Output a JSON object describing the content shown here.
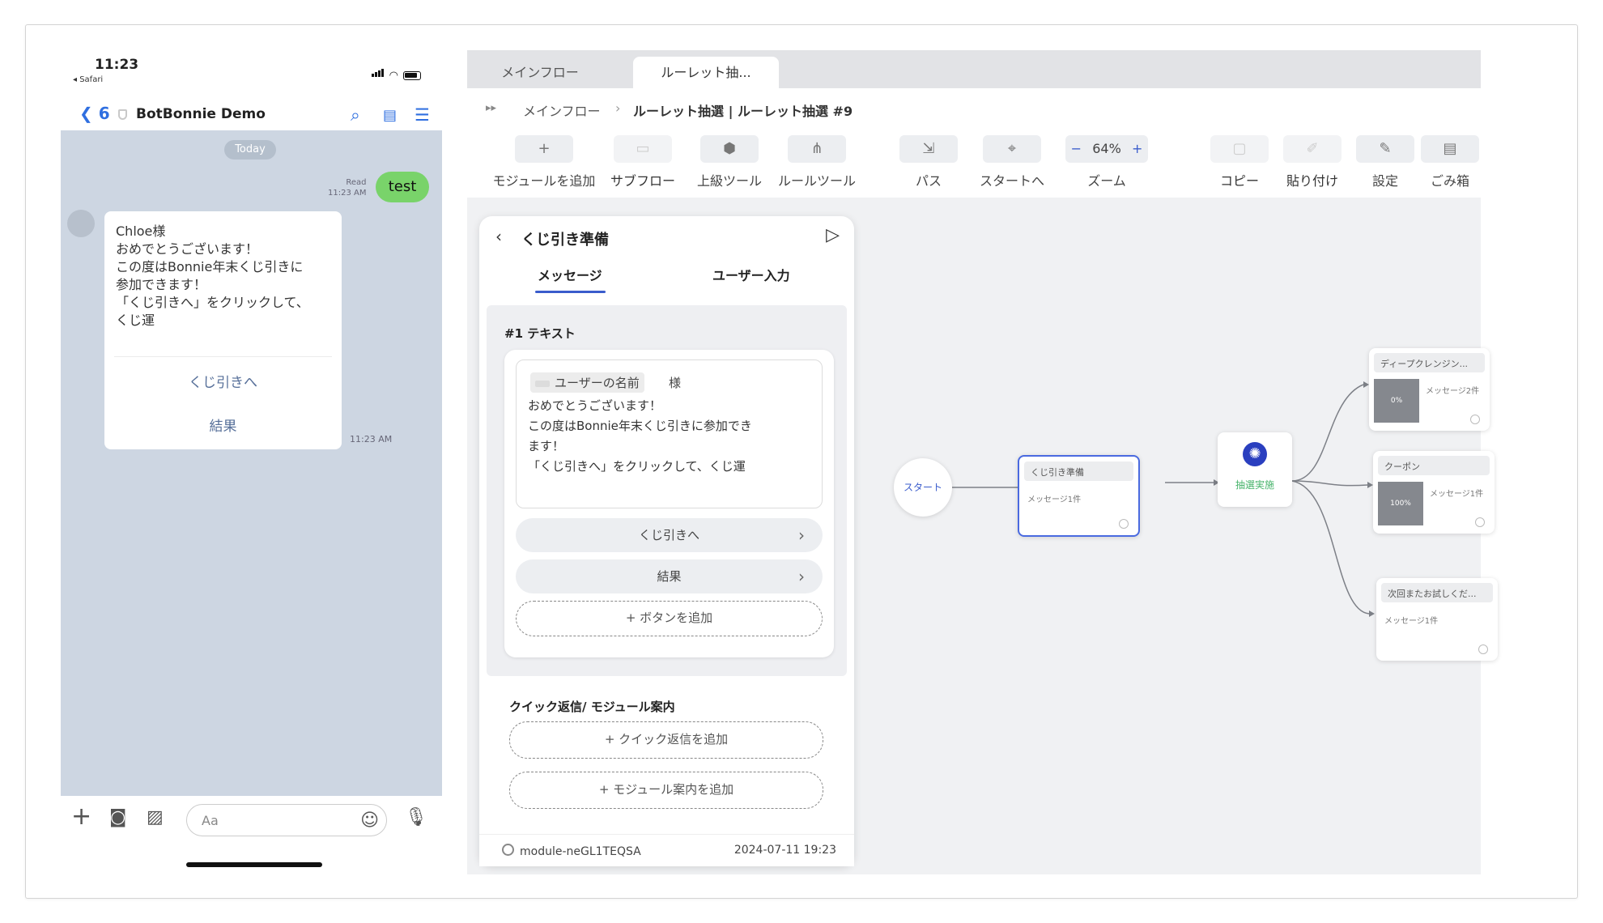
{
  "phone": {
    "status": {
      "time": "11:23",
      "back_app": "◂ Safari"
    },
    "nav": {
      "back": "❮ 6",
      "title": "BotBonnie Demo"
    },
    "chat": {
      "date_chip": "Today",
      "read_status": "Read",
      "read_time": "11:23 AM",
      "outgoing_text": "test",
      "card_message": "Chloe様\nおめでとうございます！\nこの度はBonnie年末くじ引きに\n参加できます！\n「くじ引きへ」をクリックして、\nくじ運",
      "card_button_1": "くじ引きへ",
      "card_button_2": "結果",
      "card_time": "11:23 AM"
    },
    "input": {
      "placeholder": "Aa"
    }
  },
  "editor": {
    "tabs": [
      "メインフロー",
      "ルーレット抽..."
    ],
    "breadcrumb": {
      "root": "メインフロー",
      "separator": "›",
      "current": "ルーレット抽選 | ルーレット抽選 #9"
    },
    "toolbar": {
      "add_module": "モジュールを追加",
      "subflow": "サブフロー",
      "advanced_tools": "上級ツール",
      "rule_tools": "ルールツール",
      "path": "パス",
      "to_start": "スタートへ",
      "zoom_label": "ズーム",
      "zoom_minus": "−",
      "zoom_value": "64%",
      "zoom_plus": "+",
      "copy": "コピー",
      "paste": "貼り付け",
      "settings": "設定",
      "trash": "ごみ箱"
    },
    "panel": {
      "title": "くじ引き準備",
      "tab_message": "メッセージ",
      "tab_user_input": "ユーザー入力",
      "section_text": "#1 テキスト",
      "name_chip": "ユーザーの名前",
      "name_suffix": "様",
      "body": "おめでとうございます！\nこの度はBonnie年末くじ引きに参加でき\nます！\n「くじ引きへ」をクリックして、くじ運",
      "button_1": "くじ引きへ",
      "button_2": "結果",
      "add_button": "+ ボタンを追加",
      "section_quick": "クイック返信/ モジュール案内",
      "add_quick_reply": "+ クイック返信を追加",
      "add_module_guide": "+ モジュール案内を追加",
      "module_id": "module-neGL1TEQSA",
      "updated_at": "2024-07-11 19:23"
    },
    "canvas": {
      "start": "スタート",
      "prep_node": {
        "title": "くじ引き準備",
        "sub": "メッセージ1件"
      },
      "lottery_node": {
        "label": "抽選実施"
      },
      "result_nodes": [
        {
          "title": "ディープクレンジン...",
          "sub": "メッセージ2件",
          "thumb": "0%"
        },
        {
          "title": "クーポン",
          "sub": "メッセージ1件",
          "thumb": "100%"
        },
        {
          "title": "次回またお試しくだ...",
          "sub": "メッセージ1件"
        }
      ]
    }
  }
}
